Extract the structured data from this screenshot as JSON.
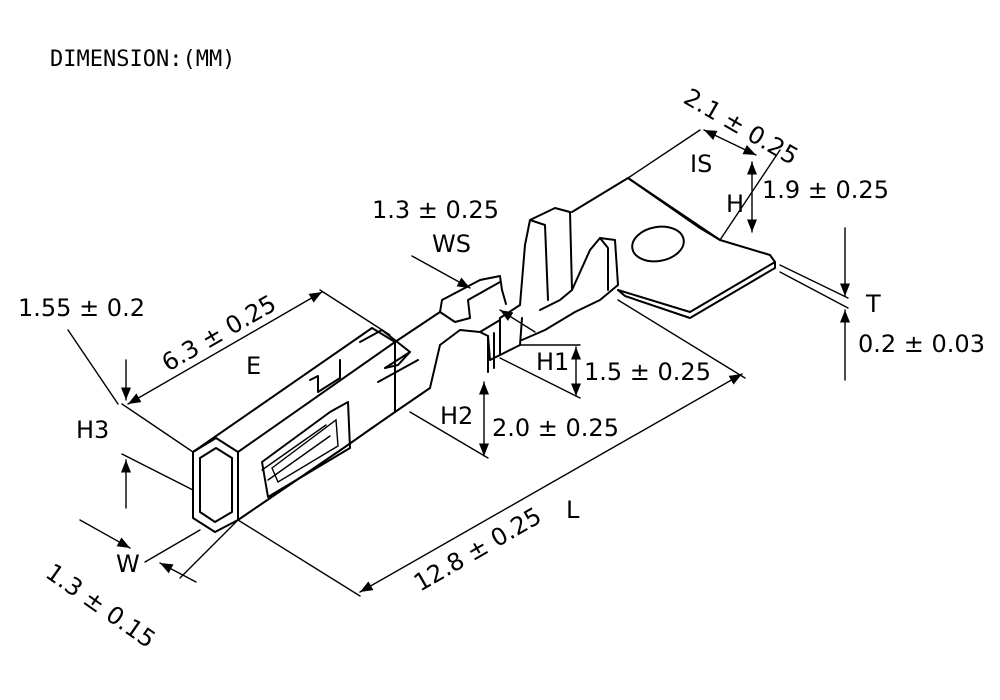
{
  "header": {
    "units": "DIMENSION:(MM)"
  },
  "dimensions": {
    "is_value": "2.1 ± 0.25",
    "is_label": "IS",
    "h_label": "H",
    "h_value": "1.9 ± 0.25",
    "ws_value": "1.3 ± 0.25",
    "ws_label": "WS",
    "t_label": "T",
    "t_value": "0.2 ± 0.03",
    "h3_value": "1.55 ± 0.2",
    "h3_label": "H3",
    "e_value": "6.3 ± 0.25",
    "e_label": "E",
    "h1_label": "H1",
    "h1_value": "1.5 ± 0.25",
    "h2_label": "H2",
    "h2_value": "2.0 ± 0.25",
    "l_value": "12.8 ± 0.25",
    "l_label": "L",
    "w_label": "W",
    "w_value": "1.3 ± 0.15"
  }
}
